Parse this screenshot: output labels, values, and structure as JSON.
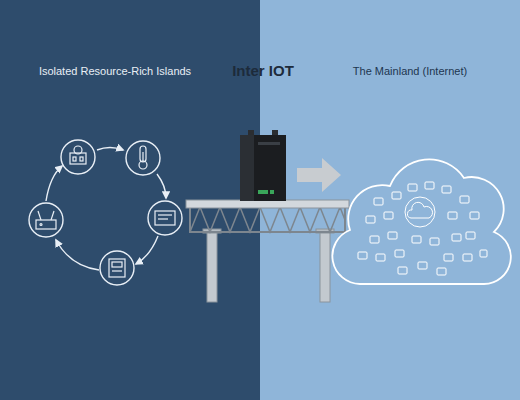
{
  "diagram": {
    "title": "Inter IOT",
    "nodes": [
      {
        "text": [
          "Isolated Resource-Rich Islands"
        ]
      },
      {
        "text": [
          "The Mainland (Internet)"
        ]
      }
    ]
  }
}
